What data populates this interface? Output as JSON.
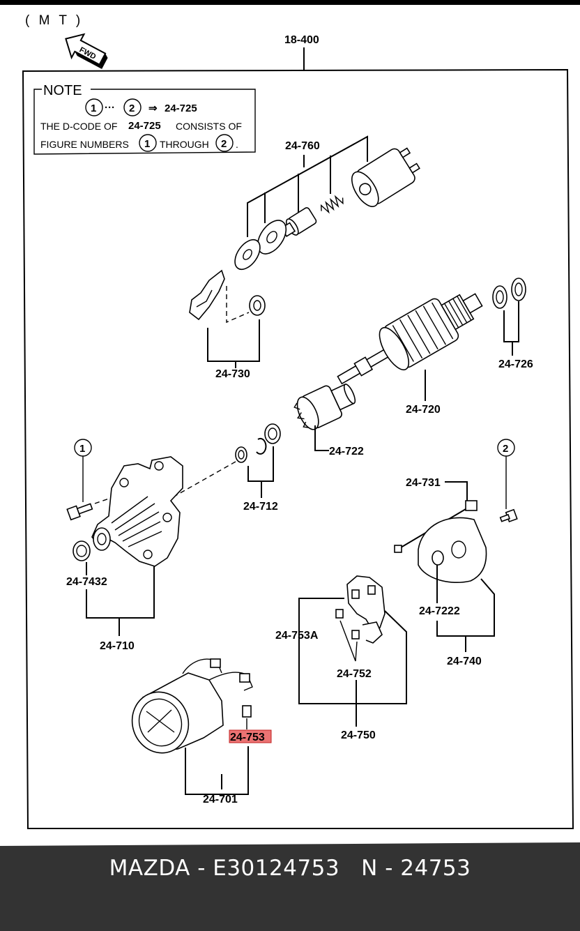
{
  "diagram": {
    "mt_label": "( M T )",
    "fwd_label": "FWD",
    "assembly_label": "18-400",
    "note": {
      "title": "NOTE",
      "circle1": "1",
      "circle2": "2",
      "ellipsis": "···",
      "arrow": "⇒",
      "code": "24-725",
      "line2_prefix": "THE D-CODE OF",
      "line2_code": "24-725",
      "line2_suffix": "CONSISTS OF",
      "line3_prefix": "FIGURE NUMBERS",
      "line3_mid": "THROUGH",
      "line3_end": "."
    },
    "callouts": {
      "c1": "1",
      "c2": "2"
    },
    "part_labels": {
      "p24760": "24-760",
      "p24730": "24-730",
      "p24726": "24-726",
      "p24720": "24-720",
      "p24722": "24-722",
      "p24712": "24-712",
      "p24731": "24-731",
      "p247432": "24-7432",
      "p24710": "24-710",
      "p247222": "24-7222",
      "p24740": "24-740",
      "p24753A": "24-753A",
      "p24752": "24-752",
      "p24753": "24-753",
      "p24750": "24-750",
      "p24701": "24-701"
    },
    "highlight_color": "#e85a5a"
  },
  "footer": {
    "caption": "MAZDA - E30124753   N - 24753",
    "background": "#333333"
  }
}
